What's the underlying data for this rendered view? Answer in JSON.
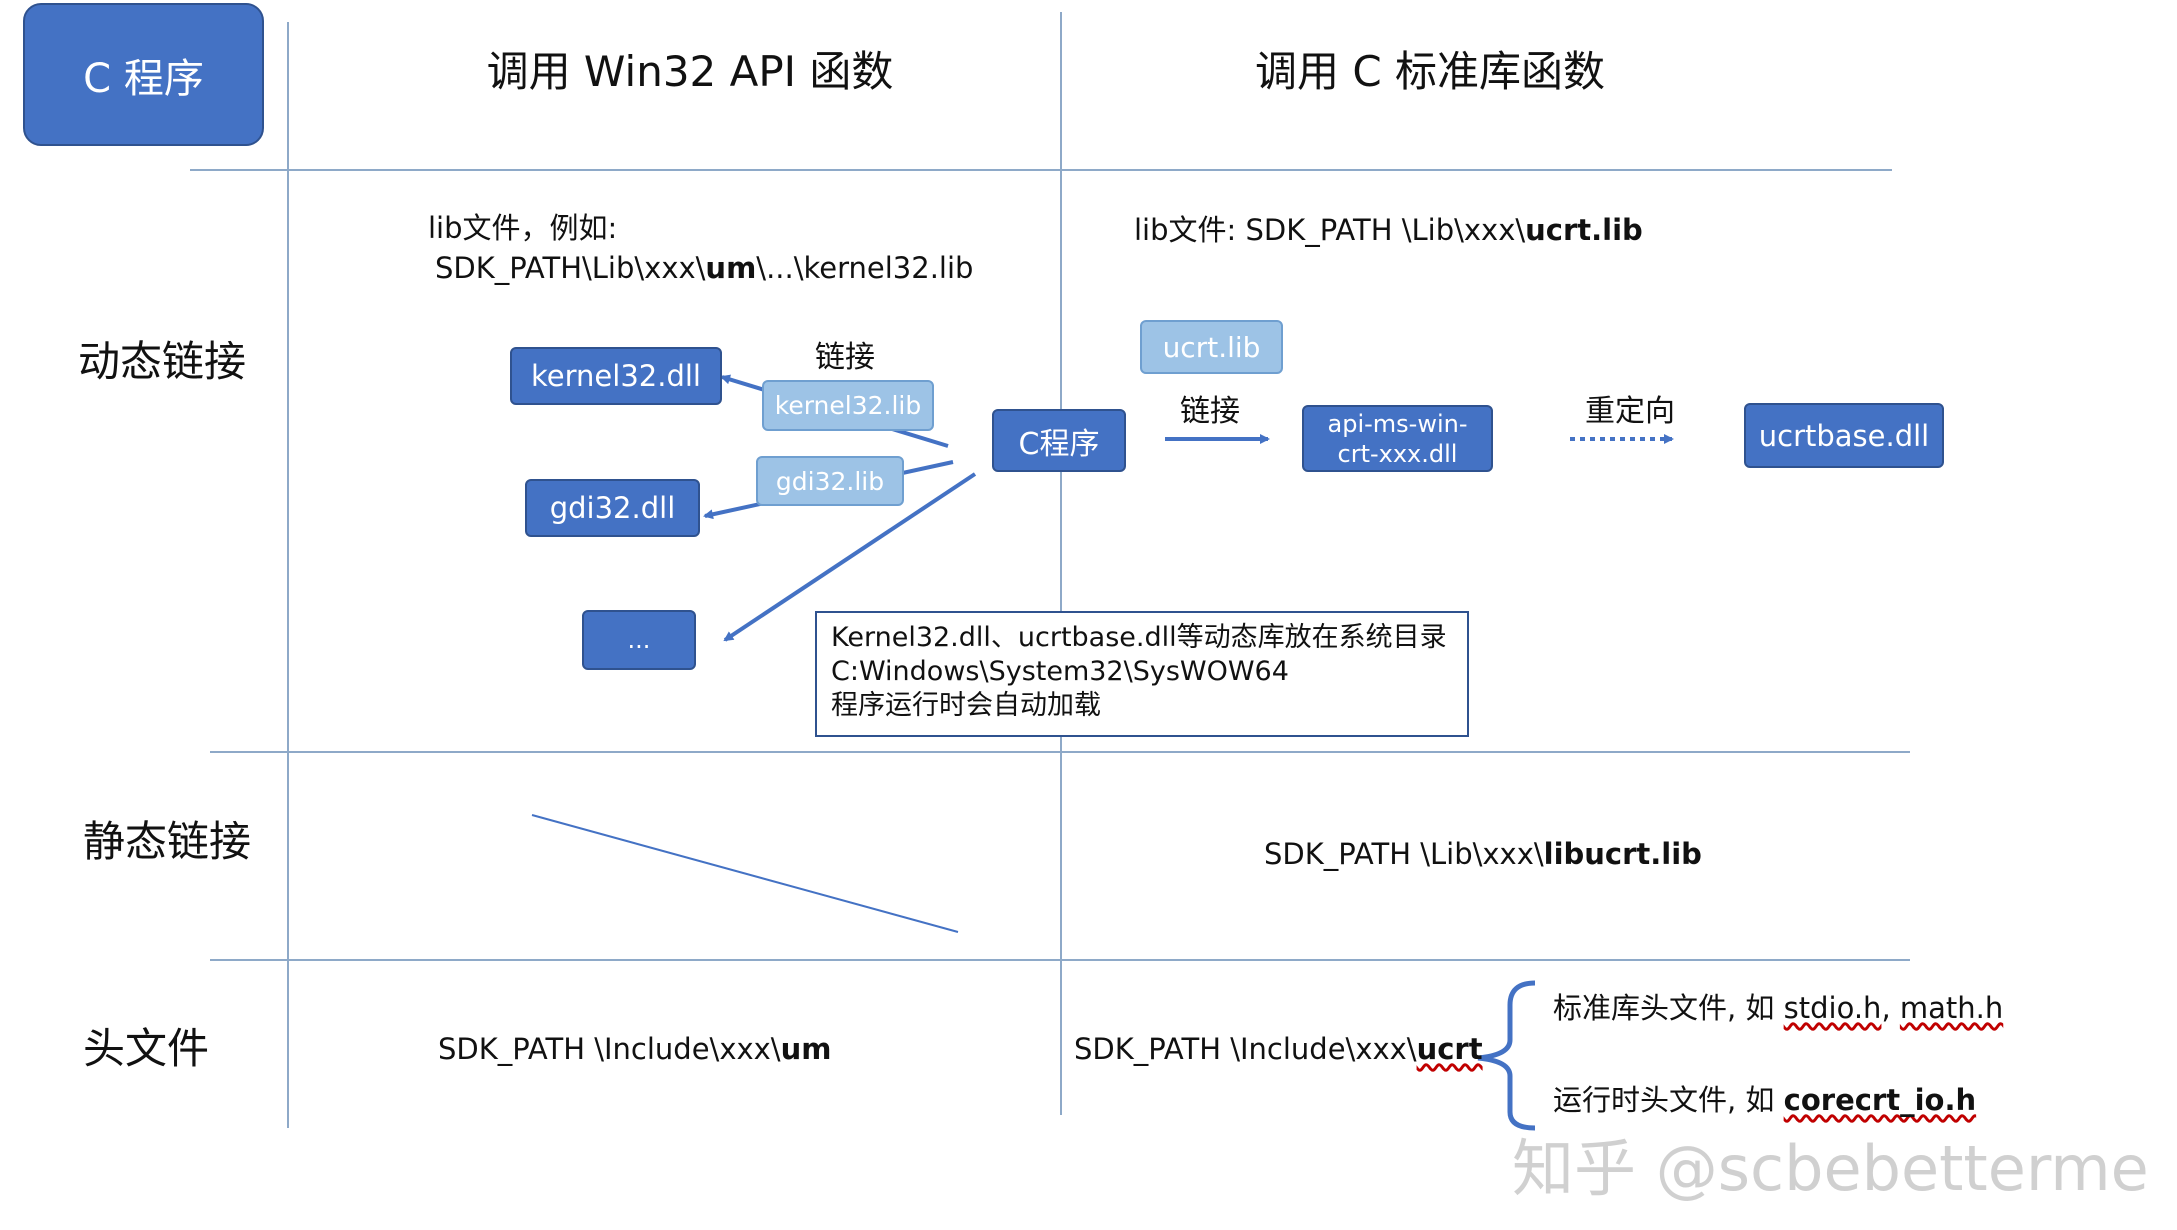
{
  "corner": {
    "label": "C 程序"
  },
  "columns": {
    "win32": "调用 Win32 API 函数",
    "crt": "调用 C 标准库函数"
  },
  "rows": {
    "dynamic": "动态链接",
    "static": "静态链接",
    "header": "头文件"
  },
  "dynamic_win32": {
    "lib_line1": "lib文件，例如:",
    "lib_line2_pre": "SDK_PATH\\Lib\\xxx\\",
    "lib_line2_bold": "um",
    "lib_line2_post": "\\...\\kernel32.lib",
    "kernel32_dll": "kernel32.dll",
    "kernel32_lib": "kernel32.lib",
    "gdi32_dll": "gdi32.dll",
    "gdi32_lib": "gdi32.lib",
    "ellipsis": "...",
    "link_label": "链接"
  },
  "c_program": "C程序",
  "dynamic_crt": {
    "lib_pre": "lib文件: SDK_PATH \\Lib\\xxx\\",
    "lib_bold": "ucrt.lib",
    "ucrt_lib": "ucrt.lib",
    "link_label": "链接",
    "api_dll_line1": "api-ms-win-",
    "api_dll_line2": "crt-xxx.dll",
    "redirect_label": "重定向",
    "ucrtbase_dll": "ucrtbase.dll"
  },
  "note": {
    "line1": "Kernel32.dll、ucrtbase.dll等动态库放在系统目录",
    "line2": "C:Windows\\System32\\SysWOW64",
    "line3": "程序运行时会自动加载"
  },
  "static_crt": {
    "pre": "SDK_PATH \\Lib\\xxx\\",
    "bold": "libucrt.lib"
  },
  "header_win32": {
    "pre": "SDK_PATH \\Include\\xxx\\",
    "bold": "um"
  },
  "header_crt": {
    "pre": "SDK_PATH \\Include\\xxx\\",
    "bold": "ucrt",
    "std_pre": "标准库头文件, 如 ",
    "std_h1": "stdio.h",
    "std_sep": ", ",
    "std_h2": "math.h",
    "rt_pre": "运行时头文件, 如 ",
    "rt_h": "corecrt_io.h"
  },
  "watermark": "知乎 @scbebetterme",
  "colors": {
    "dark_box": "#4472c4",
    "light_box": "#9dc3e6",
    "arrow": "#4472c4",
    "grid": "#8ea9c8"
  },
  "icons": {
    "arrow": "arrowhead",
    "brace": "curly-brace"
  }
}
